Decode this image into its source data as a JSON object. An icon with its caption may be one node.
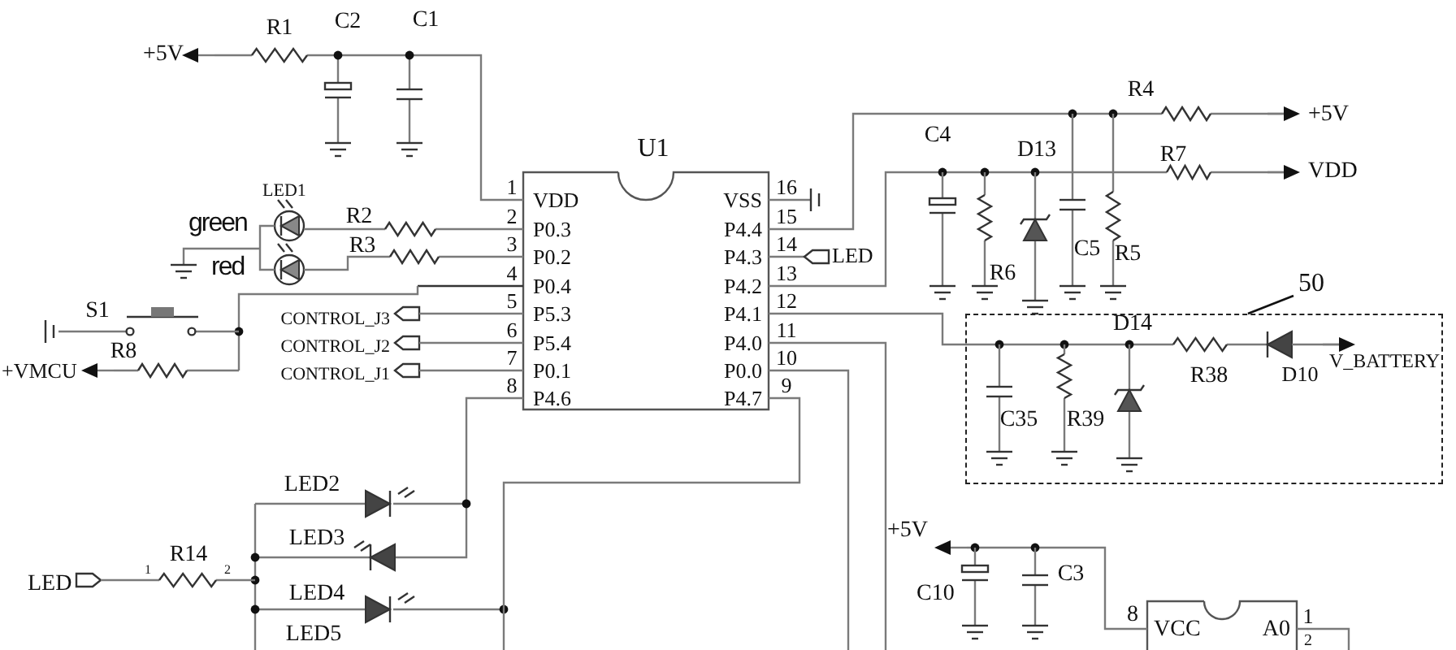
{
  "diagram": {
    "nodes": [
      {
        "text": [
          "50"
        ]
      },
      {
        "text": [],
        "shape": "box"
      }
    ],
    "edges": [
      {
        "from": 0,
        "to": 1,
        "arrow": "none"
      }
    ],
    "labels": [
      "+5V",
      "R1",
      "C2",
      "C1",
      "R4",
      "+5V",
      "U1",
      "C4",
      "D13",
      "R7",
      "VDD",
      "LED1",
      "1",
      "VDD",
      "VSS",
      "16",
      "green",
      "R2",
      "2",
      "P0.3",
      "P4.4",
      "15",
      "red",
      "R3",
      "3",
      "P0.2",
      "P4.3",
      "14",
      "LED",
      "C5",
      "R5",
      "4",
      "P0.4",
      "P4.2",
      "13",
      "R6",
      "S1",
      "CONTROL_J3",
      "5",
      "P5.3",
      "P4.1",
      "12",
      "D14",
      "CONTROL_J2",
      "6",
      "P5.4",
      "P4.0",
      "11",
      "+VMCU",
      "R8",
      "CONTROL_J1",
      "7",
      "P0.1",
      "P0.0",
      "10",
      "R38",
      "D10",
      "V_BATTERY",
      "8",
      "P4.6",
      "P4.7",
      "9",
      "C35",
      "R39",
      "LED2",
      "LED3",
      "+5V",
      "R14",
      "LED",
      "1",
      "2",
      "LED4",
      "C10",
      "C3",
      "LED5",
      "8",
      "VCC",
      "A0",
      "1",
      "2"
    ]
  }
}
